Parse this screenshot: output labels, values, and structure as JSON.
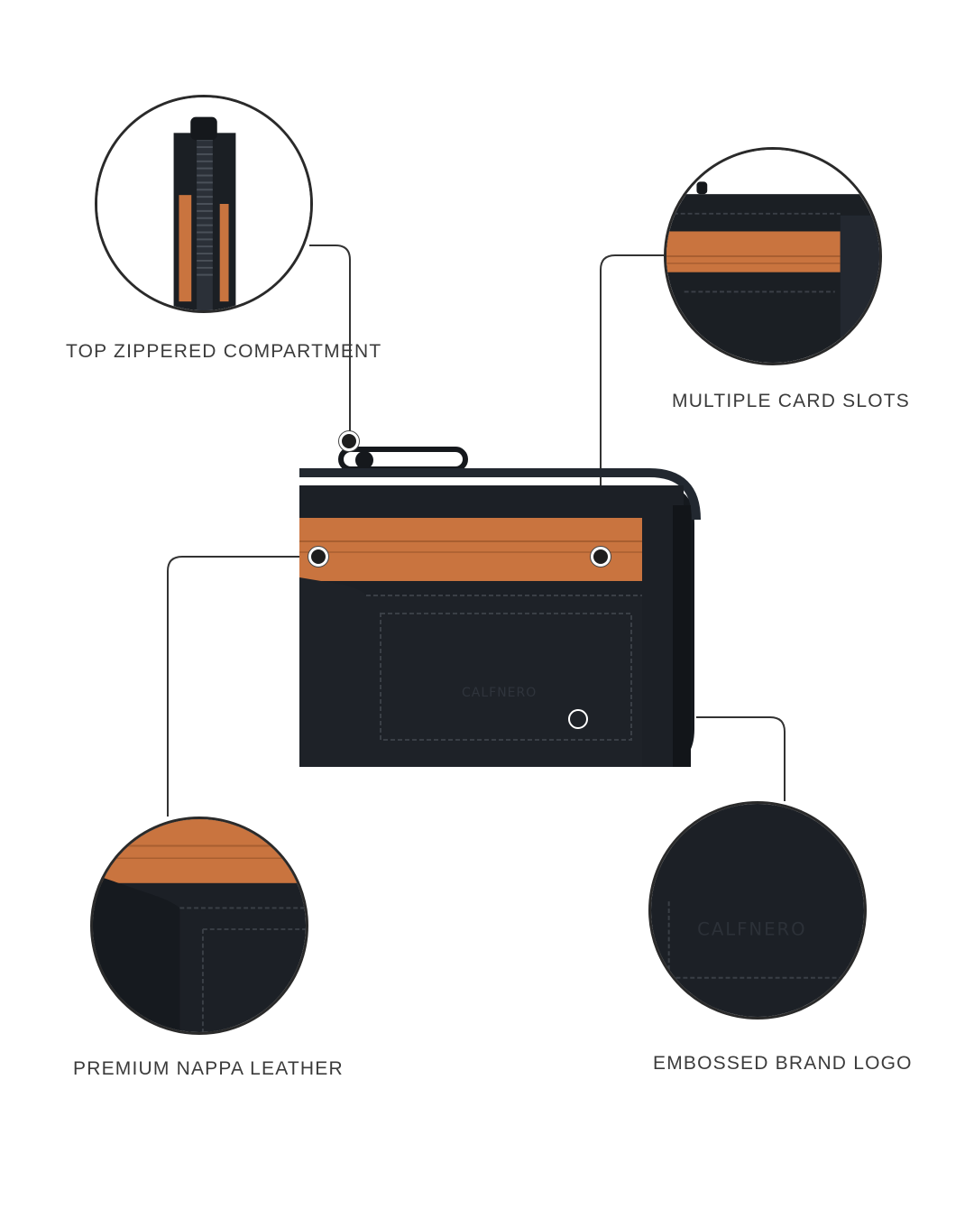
{
  "callouts": {
    "top_zipper": {
      "label": "TOP ZIPPERED COMPARTMENT"
    },
    "card_slots": {
      "label": "MULTIPLE CARD SLOTS"
    },
    "nappa_leather": {
      "label": "PREMIUM NAPPA LEATHER"
    },
    "brand_logo": {
      "label": "EMBOSSED BRAND LOGO"
    }
  },
  "product": {
    "brand_mark": "CALFNERO",
    "colors": {
      "leather": "#1c2026",
      "accent": "#c9743f",
      "stitch": "#3a3f46"
    }
  }
}
